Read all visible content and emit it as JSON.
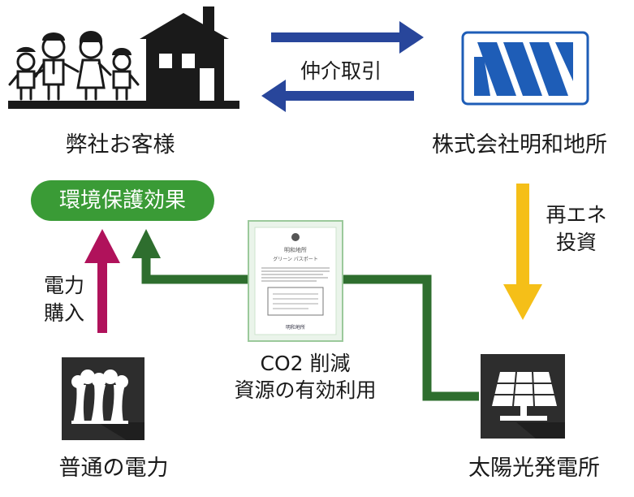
{
  "nodes": {
    "customer": "弊社お客様",
    "company": "株式会社明和地所",
    "normal_power": "普通の電力",
    "solar_plant": "太陽光発電所"
  },
  "flows": {
    "brokerage": "仲介取引",
    "investment": [
      "再エネ",
      "投資"
    ],
    "power_purchase": [
      "電力",
      "購入"
    ],
    "co2": [
      "CO2 削減",
      "資源の有効利用"
    ]
  },
  "badge": {
    "label": "環境保護効果"
  },
  "certificate": {
    "title": "明和地所",
    "subtitle": "グリーン パスポート",
    "issuer": "明和地所"
  },
  "colors": {
    "navy_arrow": "#28469b",
    "magenta_arrow": "#b0125b",
    "green_arrow": "#2e6e2e",
    "yellow_arrow": "#f5bf18",
    "badge_green": "#3a9b36",
    "logo_blue": "#1e5db7",
    "icon_dark": "#2d2d2d"
  },
  "icons": [
    "family-house-icon",
    "company-logo-icon",
    "factory-icon",
    "solar-panel-icon",
    "certificate-icon"
  ]
}
